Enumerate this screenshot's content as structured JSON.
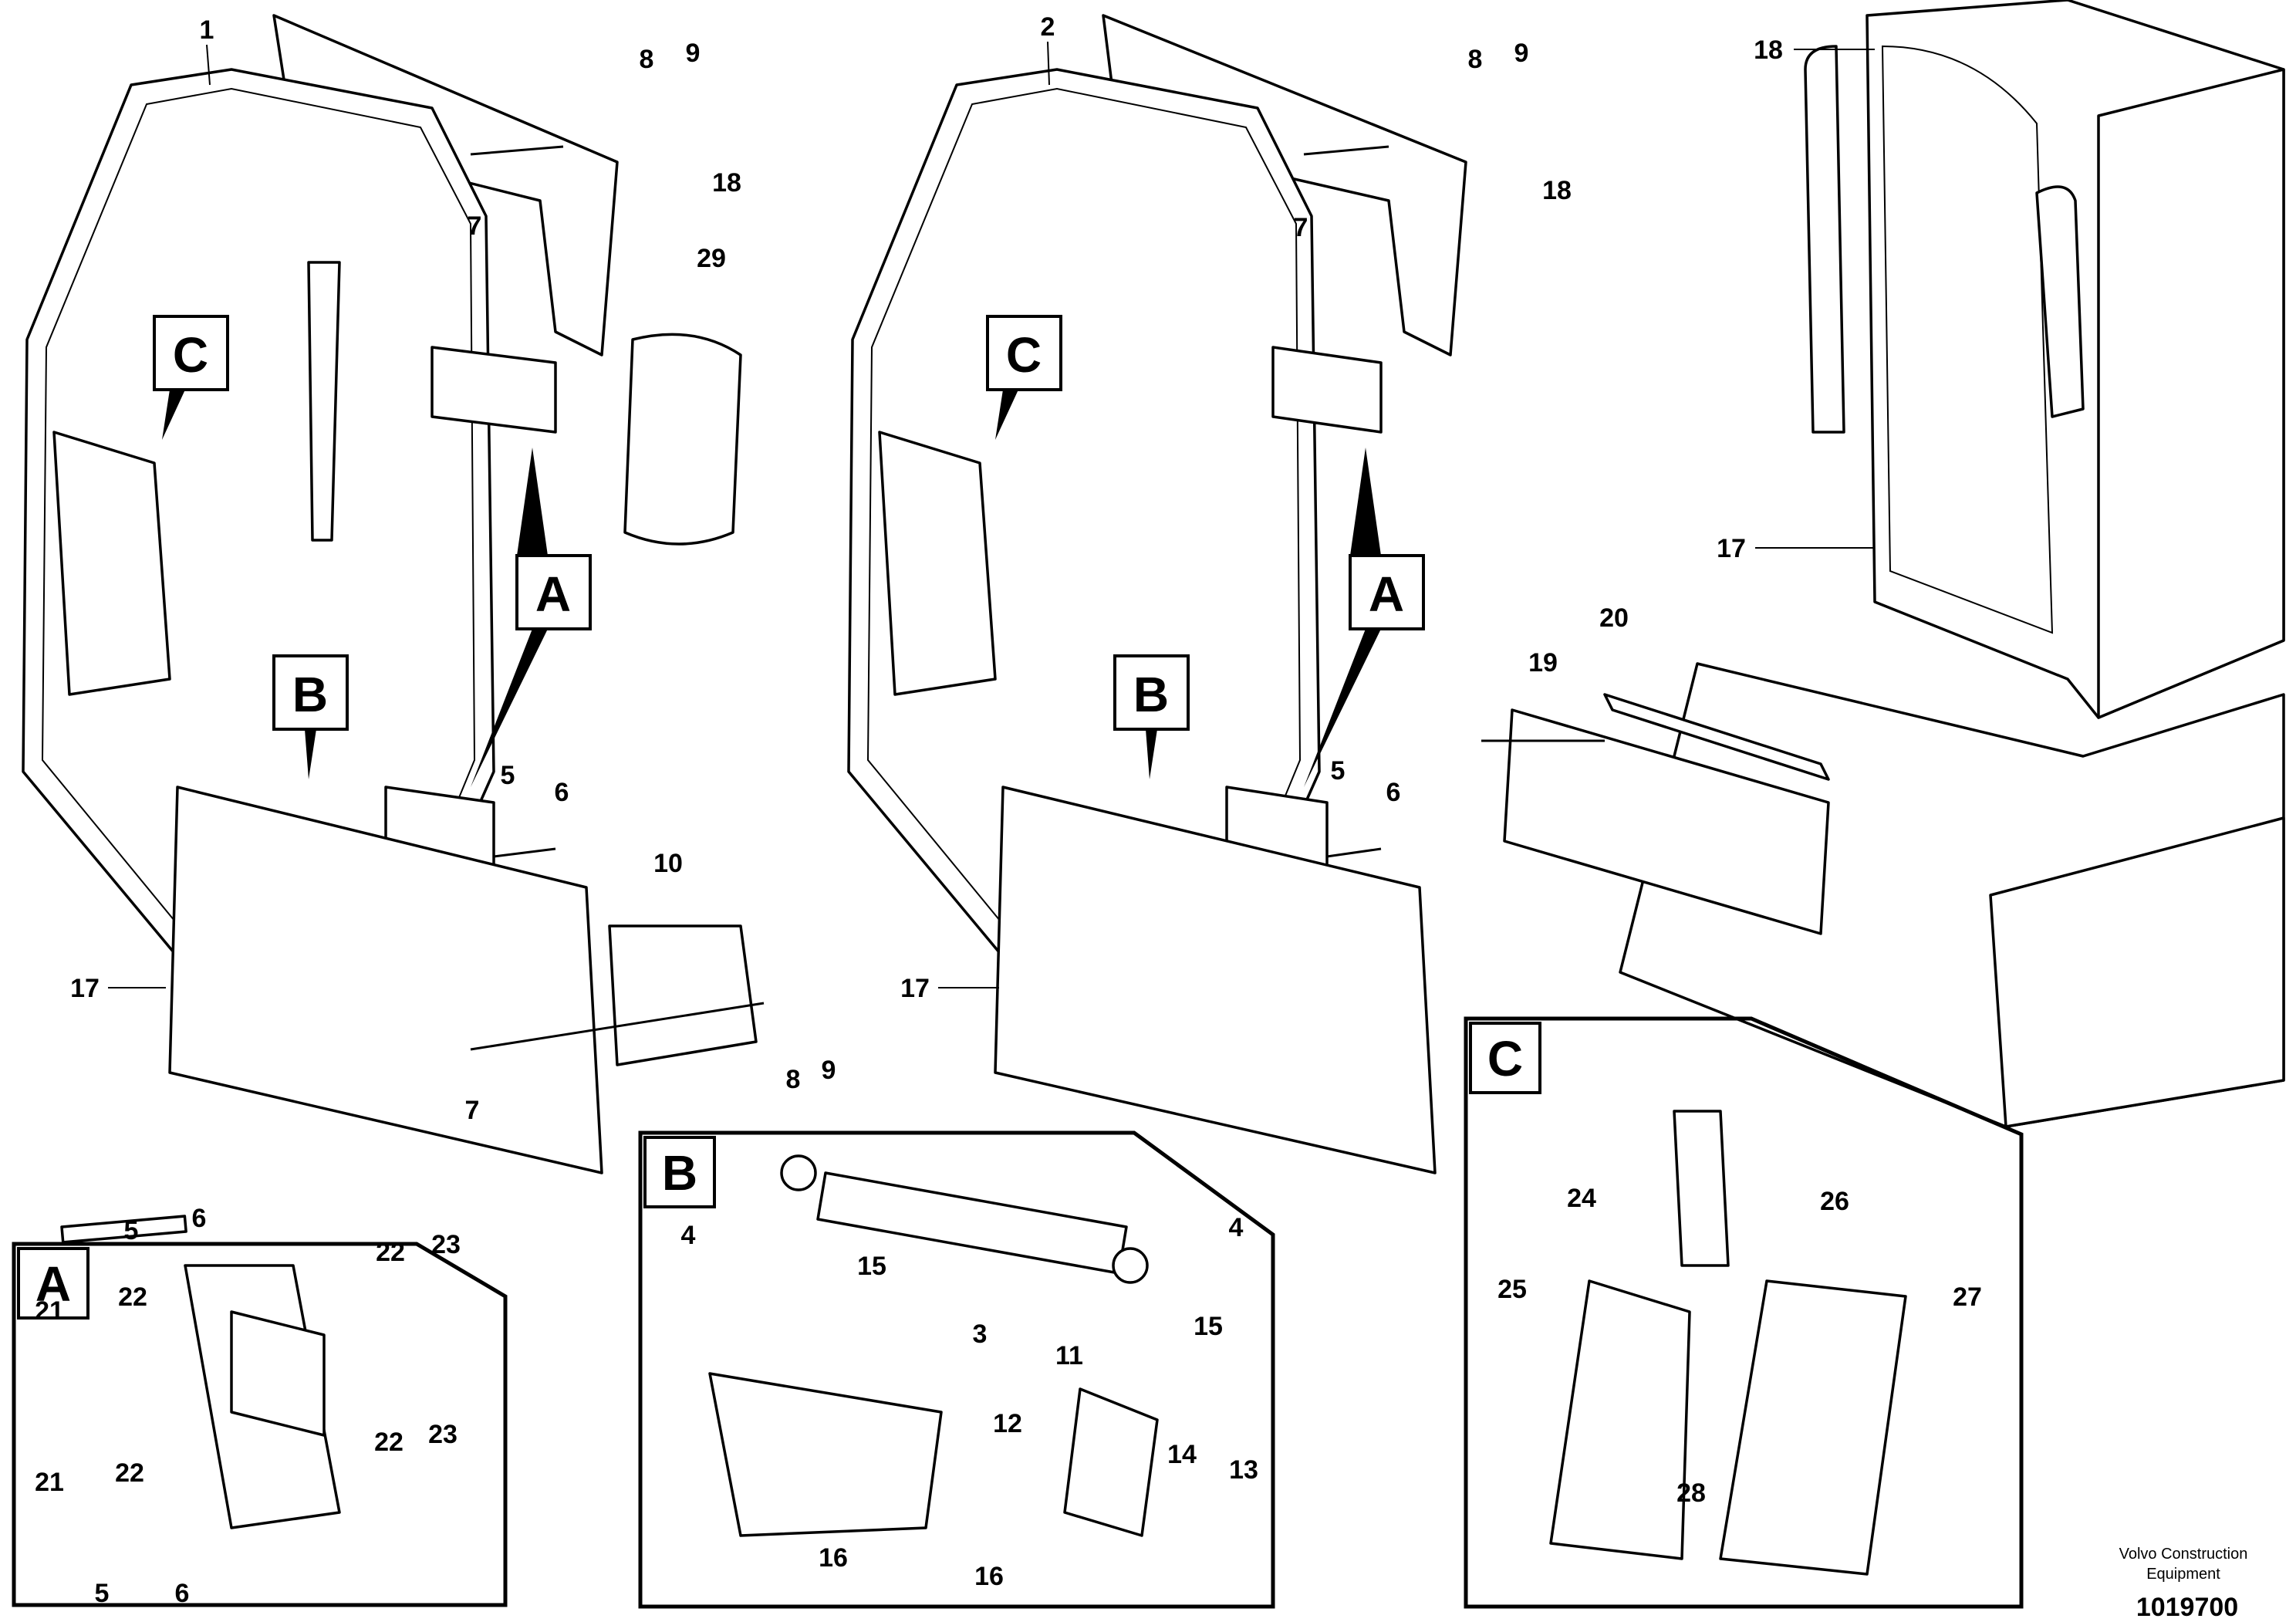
{
  "view_labels": {
    "A": "A",
    "B": "B",
    "C": "C"
  },
  "part_numbers": [
    "1",
    "2",
    "3",
    "4",
    "5",
    "6",
    "7",
    "8",
    "9",
    "10",
    "11",
    "12",
    "13",
    "14",
    "15",
    "16",
    "17",
    "18",
    "19",
    "20",
    "21",
    "22",
    "23",
    "24",
    "25",
    "26",
    "27",
    "28",
    "29"
  ],
  "credit": {
    "line1": "Volvo Construction",
    "line2": "Equipment"
  },
  "drawing_number": "1019700"
}
